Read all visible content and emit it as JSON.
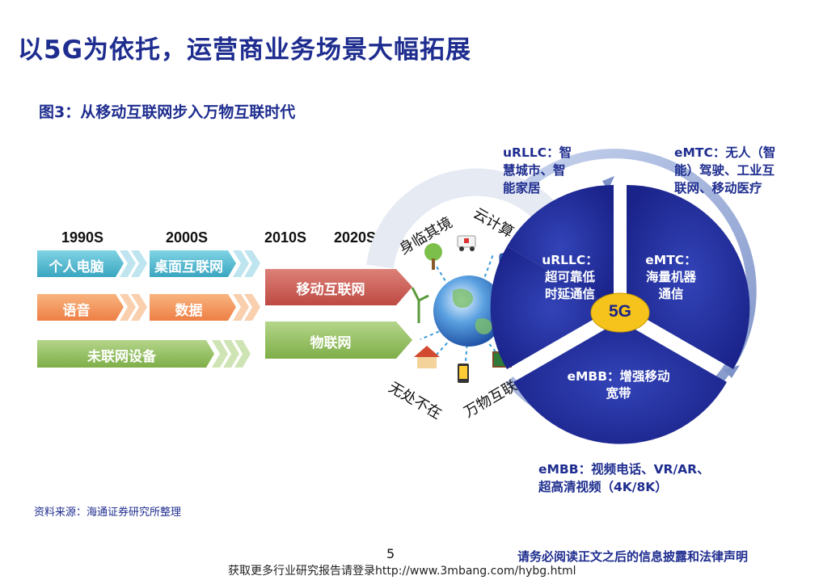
{
  "header": {
    "title": "以5G为依托，运营商业务场景大幅拓展",
    "figure_caption": "图3：从移动互联网步入万物互联时代"
  },
  "timeline": {
    "years": [
      "1990S",
      "2000S",
      "2010S",
      "2020S"
    ],
    "bars": {
      "pc": "个人电脑",
      "desktop_internet": "桌面互联网",
      "voice": "语音",
      "data": "数据",
      "unconnected_devices": "未联网设备",
      "mobile_internet": "移动互联网",
      "iot": "物联网"
    }
  },
  "globe_ring": {
    "immersive": "身临其境",
    "cloud_computing": "云计算",
    "everywhere": "无处不在",
    "everything_connected": "万物互联"
  },
  "pie": {
    "center": "5G",
    "urllc": {
      "title": "uRLLC：",
      "line2": "超可靠低",
      "line3": "时延通信"
    },
    "emtc": {
      "title": "eMTC：",
      "line2": "海量机器",
      "line3": "通信"
    },
    "embb": {
      "title": "eMBB：增强移动",
      "line2": "宽带"
    }
  },
  "callouts": {
    "urllc": [
      "uRLLC：智",
      "慧城市、智",
      "能家居"
    ],
    "emtc": [
      "eMTC：无人（智",
      "能）驾驶、工业互",
      "联网、移动医疗"
    ],
    "embb": [
      "eMBB：视频电话、VR/AR、",
      "超高清视频（4K/8K）"
    ]
  },
  "footer": {
    "source": "资料来源：海通证券研究所整理",
    "page_number": "5",
    "disclaimer": "请务必阅读正文之后的信息披露和法律声明",
    "url_line": "获取更多行业研究报告请登录http://www.3mbang.com/hybg.html"
  },
  "colors": {
    "title_blue": "#1e2d8f",
    "pie_navy": "#1c2a9c",
    "pc_cyan": "#4bb7cf",
    "voice_orange": "#f2935a",
    "green": "#8dbb5a",
    "mobile_red": "#c95b54",
    "center_gold": "#f5c31b"
  }
}
